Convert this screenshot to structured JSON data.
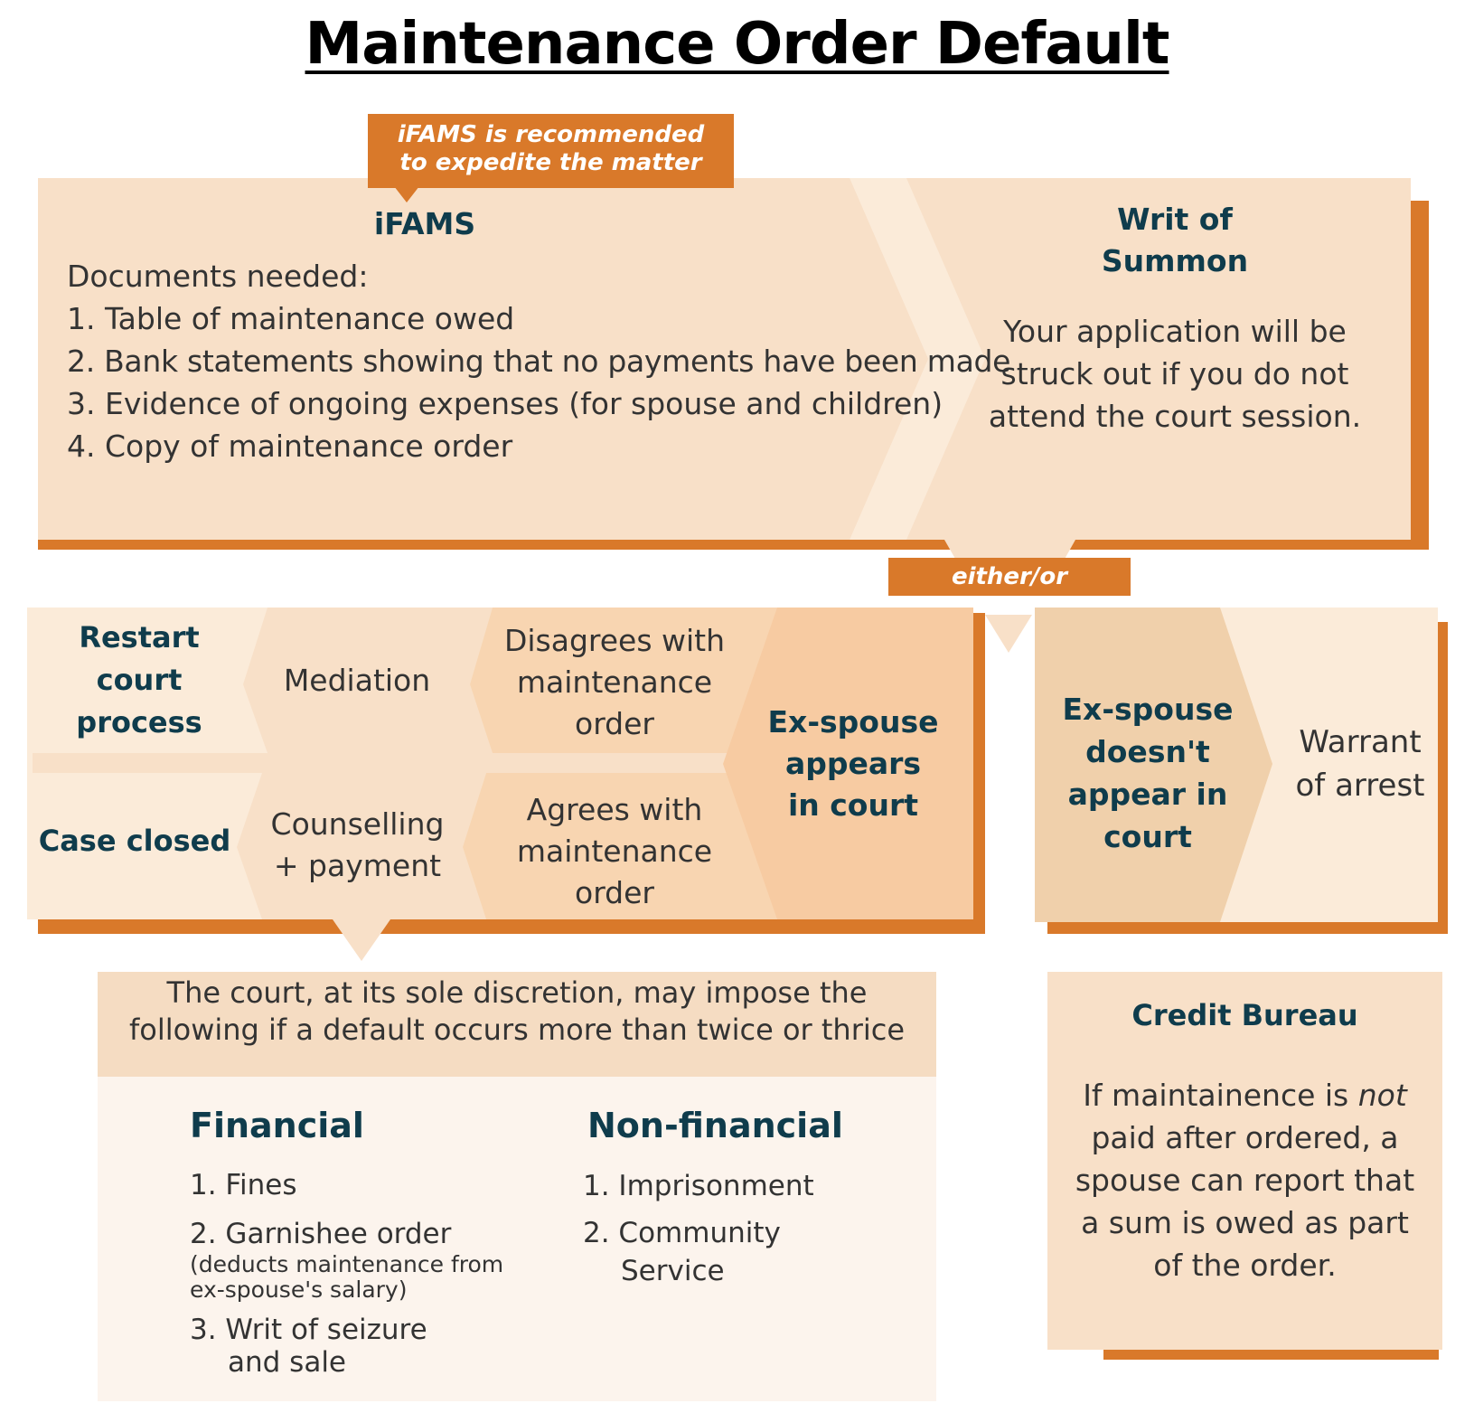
{
  "title": "Maintenance Order Default",
  "ifams": {
    "tag_line1": "iFAMS is recommended",
    "tag_line2": "to expedite the matter",
    "heading": "iFAMS",
    "docs_heading": "Documents needed:",
    "docs": [
      "1. Table of maintenance owed",
      "2. Bank statements showing that no payments have been made",
      "3. Evidence of ongoing expenses (for spouse and children)",
      "4. Copy of maintenance order"
    ]
  },
  "writ": {
    "heading_line1": "Writ of",
    "heading_line2": "Summon",
    "text_line1": "Your application will  be",
    "text_line2": "struck out if  you do not",
    "text_line3": "attend  the court session."
  },
  "either_or": "either/or",
  "appears": {
    "restart": "Restart court process",
    "mediation": "Mediation",
    "disagrees": "Disagrees with maintenance order",
    "ex_spouse_appears": "Ex-spouse appears in court",
    "case_closed": "Case closed",
    "counselling": "Counselling + payment",
    "agrees": "Agrees with maintenance order"
  },
  "not_appears": {
    "ex_spouse_not": "Ex-spouse doesn't appear in court",
    "warrant": "Warrant of arrest"
  },
  "discretion": {
    "line1": "The court, at its sole discretion, may impose the",
    "line2": "following if a default occurs more than twice or thrice",
    "financial_heading": "Financial",
    "fin1": "1. Fines",
    "fin2": "2. Garnishee order",
    "fin2_note": "(deducts maintenance from ex-spouse's salary)",
    "fin3_line1": "3. Writ of seizure",
    "fin3_line2": "and sale",
    "nonfinancial_heading": "Non-financial",
    "non1": "1. Imprisonment",
    "non2_line1": "2. Community",
    "non2_line2": "Service"
  },
  "credit": {
    "heading": "Credit Bureau",
    "line1_pre": "If maintainence is ",
    "line1_em": "not",
    "line2": "paid after ordered, a",
    "line3": "spouse can report that",
    "line4": "a sum is owed as part",
    "line5": "of the order."
  },
  "colors": {
    "orange": "#d9792a",
    "peach": "#f8e0c8",
    "light_peach": "#fbebd9",
    "mid_peach": "#f8d5b1",
    "dark_peach": "#f7cba2",
    "tan": "#f0d0ab",
    "cream": "#fcf4ed",
    "navy": "#0f3c4c"
  }
}
